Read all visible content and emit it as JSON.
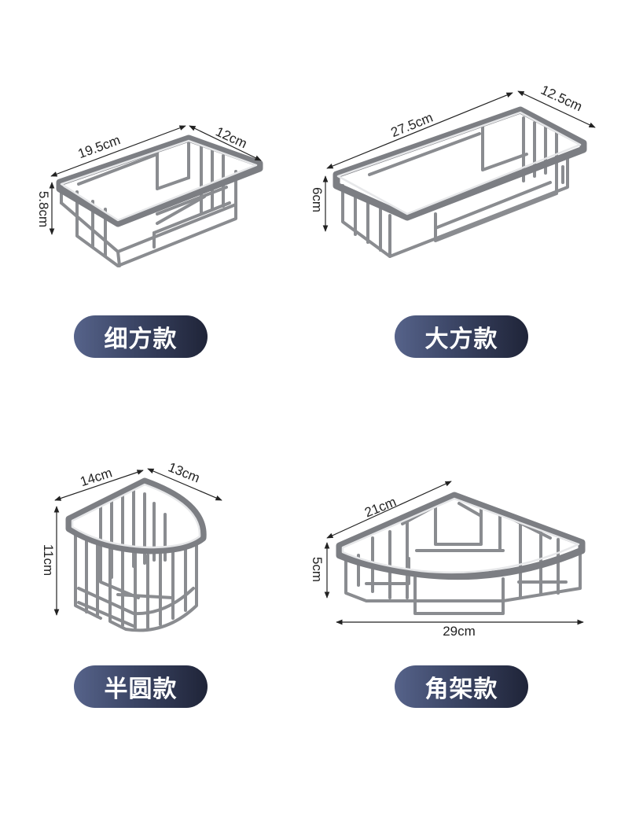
{
  "products": [
    {
      "id": "thin-square",
      "label": "细方款",
      "dims": {
        "length": "19.5cm",
        "width": "12cm",
        "height": "5.8cm"
      }
    },
    {
      "id": "large-square",
      "label": "大方款",
      "dims": {
        "length": "27.5cm",
        "width": "12.5cm",
        "height": "6cm"
      }
    },
    {
      "id": "half-round",
      "label": "半圆款",
      "dims": {
        "length": "14cm",
        "width": "13cm",
        "height": "11cm"
      }
    },
    {
      "id": "corner",
      "label": "角架款",
      "dims": {
        "side": "21cm",
        "height": "5cm",
        "span": "29cm"
      }
    }
  ],
  "colors": {
    "pill_start": "#56638a",
    "pill_end": "#1f2438",
    "metal": "#8a8c90"
  }
}
